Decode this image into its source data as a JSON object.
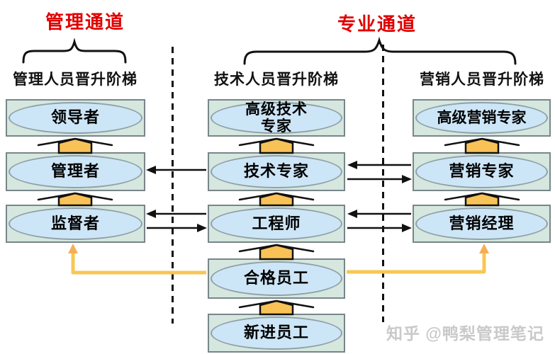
{
  "header": {
    "management_channel": "管理通道",
    "professional_channel": "专业通道"
  },
  "ladders": [
    {
      "header": "管理人员晋升阶梯",
      "levels": [
        {
          "label": "领导者",
          "lines": [
            "领导者"
          ]
        },
        {
          "label": "管理者",
          "lines": [
            "管理者"
          ]
        },
        {
          "label": "监督者",
          "lines": [
            "监督者"
          ]
        }
      ]
    },
    {
      "header": "技术人员晋升阶梯",
      "levels": [
        {
          "label": "高级技术专家",
          "lines": [
            "高级技术",
            "专家"
          ]
        },
        {
          "label": "技术专家",
          "lines": [
            "技术专家"
          ]
        },
        {
          "label": "工程师",
          "lines": [
            "工程师"
          ]
        },
        {
          "label": "合格员工",
          "lines": [
            "合格员工"
          ]
        },
        {
          "label": "新进员工",
          "lines": [
            "新进员工"
          ]
        }
      ]
    },
    {
      "header": "营销人员晋升阶梯",
      "levels": [
        {
          "label": "高级营销专家",
          "lines": [
            "高级营销专家"
          ]
        },
        {
          "label": "营销专家",
          "lines": [
            "营销专家"
          ]
        },
        {
          "label": "营销经理",
          "lines": [
            "营销经理"
          ]
        }
      ]
    }
  ],
  "relations": [
    {
      "type": "promotion-up-arrow",
      "from": "管理者",
      "to": "领导者"
    },
    {
      "type": "promotion-up-arrow",
      "from": "监督者",
      "to": "管理者"
    },
    {
      "type": "promotion-up-arrow",
      "from": "技术专家",
      "to": "高级技术专家"
    },
    {
      "type": "promotion-up-arrow",
      "from": "工程师",
      "to": "技术专家"
    },
    {
      "type": "promotion-up-arrow",
      "from": "合格员工",
      "to": "工程师"
    },
    {
      "type": "promotion-up-arrow",
      "from": "新进员工",
      "to": "合格员工"
    },
    {
      "type": "promotion-up-arrow",
      "from": "营销专家",
      "to": "高级营销专家"
    },
    {
      "type": "promotion-up-arrow",
      "from": "营销经理",
      "to": "营销专家"
    },
    {
      "type": "transfer-arrow",
      "from": "技术专家",
      "to": "管理者"
    },
    {
      "type": "transfer-arrow-two-way",
      "between": [
        "监督者",
        "工程师"
      ]
    },
    {
      "type": "transfer-arrow-two-way",
      "between": [
        "技术专家",
        "营销专家"
      ]
    },
    {
      "type": "transfer-arrow-two-way",
      "between": [
        "工程师",
        "营销经理"
      ]
    },
    {
      "type": "yellow-elbow-arrow",
      "from": "合格员工",
      "to": "监督者"
    },
    {
      "type": "yellow-elbow-arrow",
      "from": "合格员工",
      "to": "营销经理"
    }
  ],
  "watermark": "知乎 @鸭梨管理笔记",
  "colors": {
    "channel_title_red": "#e00000",
    "box_fill_green": "#d5e7de",
    "ellipse_fill_blue": "#cde6f7",
    "promotion_arrow_orange": "#f9c257",
    "crossover_path_yellow": "#f8c653",
    "line_black": "#111111",
    "watermark_gray": "#c9c9c9"
  }
}
